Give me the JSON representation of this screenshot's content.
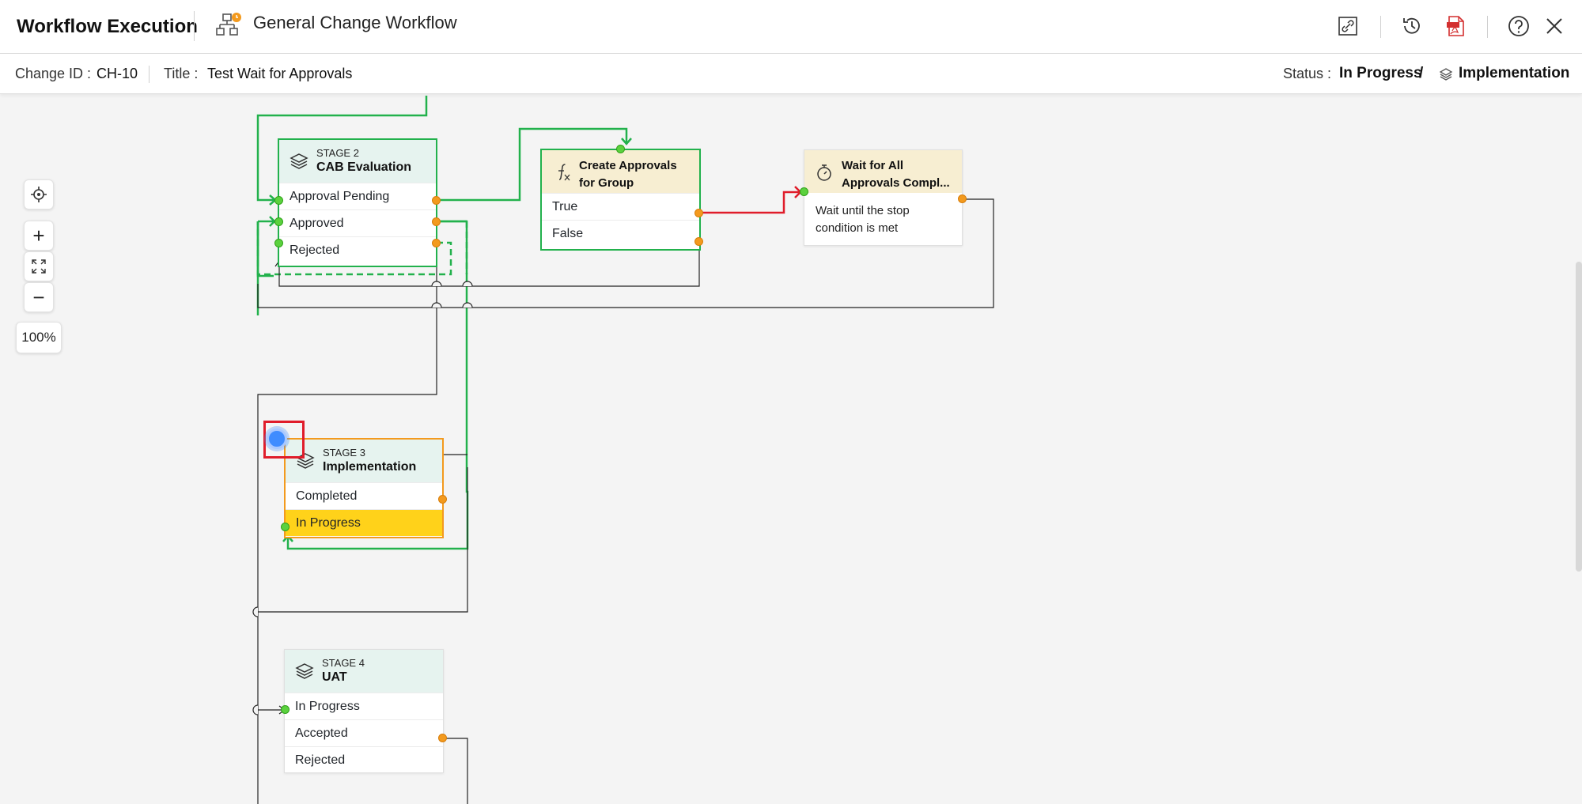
{
  "header": {
    "app_title": "Workflow Execution",
    "workflow_name": "General Change Workflow",
    "actions": [
      "link-icon",
      "history-icon",
      "pdf-icon",
      "help-icon",
      "close-icon"
    ]
  },
  "info": {
    "change_id_label": "Change ID :",
    "change_id_value": "CH-10",
    "title_label": "Title :",
    "title_value": "Test Wait for Approvals",
    "status_label": "Status :",
    "status_value": "In Progress",
    "separator": "/",
    "stage_value": "Implementation"
  },
  "controls": {
    "zoom_in": "+",
    "zoom_out": "−",
    "zoom_level": "100%"
  },
  "nodes": {
    "stage2": {
      "kicker": "STAGE 2",
      "name": "CAB Evaluation",
      "rows": [
        "Approval Pending",
        "Approved",
        "Rejected"
      ]
    },
    "approvals": {
      "name_line1": "Create Approvals",
      "name_line2": "for Group",
      "rows": [
        "True",
        "False"
      ]
    },
    "wait": {
      "name_line1": "Wait for All",
      "name_line2": "Approvals Compl...",
      "body_line1": "Wait until the stop",
      "body_line2": "condition is met"
    },
    "stage3": {
      "kicker": "STAGE 3",
      "name": "Implementation",
      "rows": [
        "Completed",
        "In Progress"
      ],
      "active_row": "In Progress"
    },
    "stage4": {
      "kicker": "STAGE 4",
      "name": "UAT",
      "rows": [
        "In Progress",
        "Accepted",
        "Rejected"
      ]
    }
  },
  "colors": {
    "active_edge": "#22b14c",
    "error_edge": "#e01c2a",
    "active_stage_border": "#f39a1e",
    "active_row": "#ffd21a"
  }
}
